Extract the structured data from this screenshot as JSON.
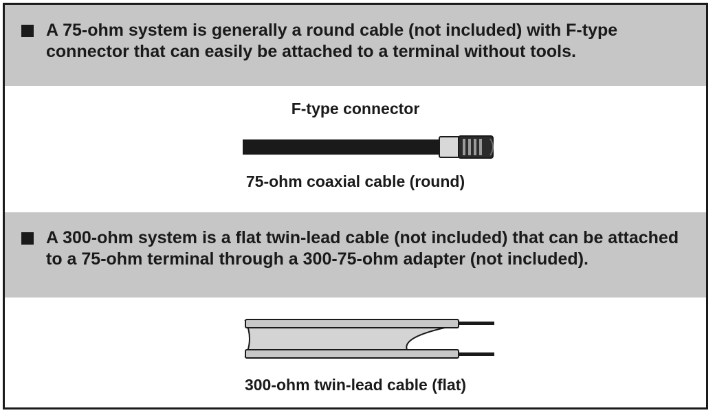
{
  "sections": [
    {
      "bullet": "A 75-ohm system is generally a round cable (not included) with F-type connector that can easily be attached to a terminal without tools.",
      "figure_caption_top": "F-type connector",
      "figure_caption_bottom": "75-ohm coaxial cable (round)",
      "figure_icon": "coaxial-cable-with-f-connector",
      "colors": {
        "band": "#c6c6c6",
        "cable": "#1a1a1a",
        "connector": "#d8d8d8"
      }
    },
    {
      "bullet": "A 300-ohm system is a flat twin-lead cable (not included) that can be attached to a 75-ohm terminal through a 300-75-ohm adapter (not included).",
      "figure_caption_bottom": "300-ohm twin-lead cable (flat)",
      "figure_icon": "twin-lead-flat-cable",
      "colors": {
        "band": "#c6c6c6",
        "cable_fill": "#d4d4d4",
        "wire": "#1a1a1a"
      }
    }
  ]
}
